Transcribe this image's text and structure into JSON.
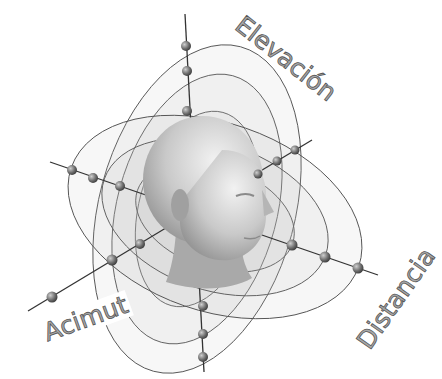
{
  "diagram": {
    "labels": [
      "Elevación",
      "Acimut",
      "Distancia"
    ]
  }
}
